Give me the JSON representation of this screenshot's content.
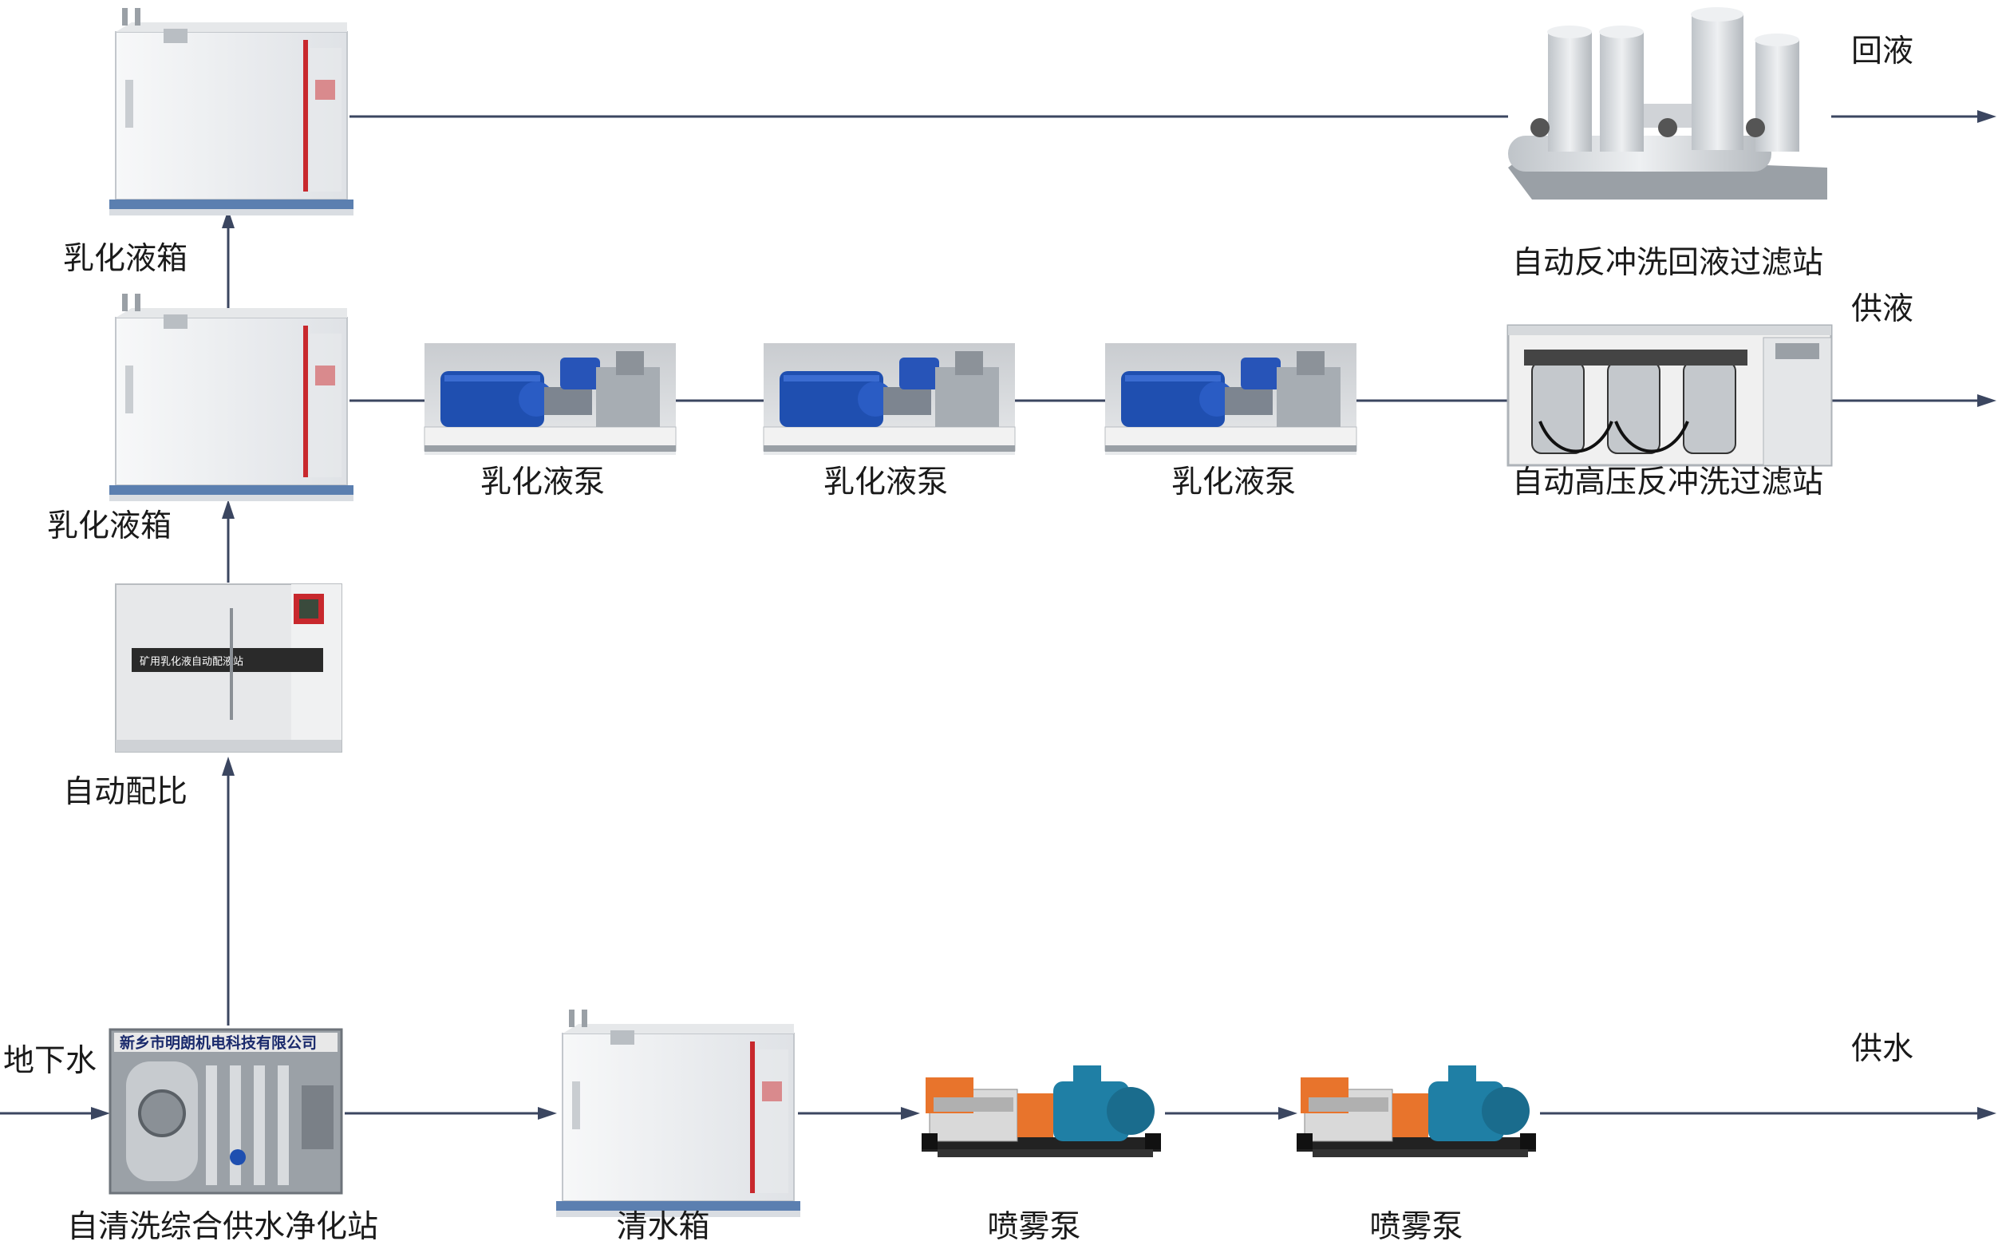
{
  "labels": {
    "tank_top": "乳化液箱",
    "tank_mid": "乳化液箱",
    "auto_ratio": "自动配比",
    "purifier": "自清洗综合供水净化站",
    "clean_tank": "清水箱",
    "spray_pump_1": "喷雾泵",
    "spray_pump_2": "喷雾泵",
    "pump_1": "乳化液泵",
    "pump_2": "乳化液泵",
    "pump_3": "乳化液泵",
    "return_filter": "自动反冲洗回液过滤站",
    "hp_filter": "自动高压反冲洗过滤站",
    "out_return": "回液",
    "out_supply": "供液",
    "out_water": "供水",
    "in_groundwater": "地下水"
  },
  "plate_texts": {
    "purifier_nameplate": "新乡市明朗机电科技有限公司",
    "ratio_station_plate": "矿用乳化液自动配液站"
  },
  "colors": {
    "line": "#3b4660",
    "cabinet_body": "#eef0f2",
    "cabinet_red": "#c8282d",
    "motor_blue": "#1f4fb0",
    "spray_orange": "#e8742c",
    "spray_teal": "#1f7fa5",
    "filter_grey": "#d2d6da"
  }
}
